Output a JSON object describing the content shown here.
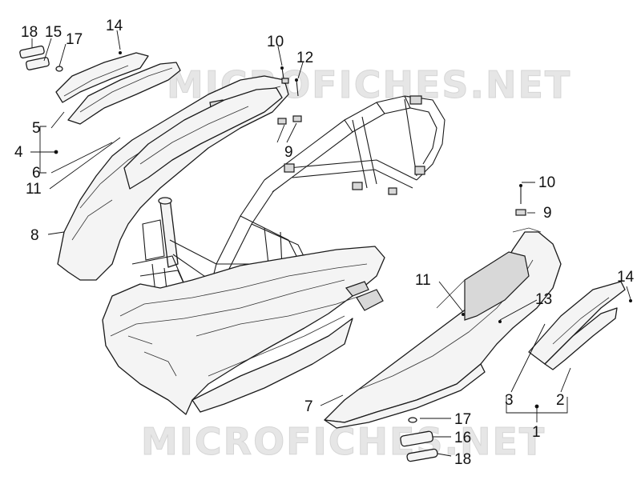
{
  "watermark": "MICROFICHES.NET",
  "callouts": {
    "c18a": "18",
    "c15a": "15",
    "c17a": "17",
    "c14a": "14",
    "c10a": "10",
    "c12": "12",
    "c5": "5",
    "c4": "4",
    "c6": "6",
    "c9a": "9",
    "c11a": "11",
    "c8": "8",
    "c10b": "10",
    "c9b": "9",
    "c11b": "11",
    "c13": "13",
    "c14b": "14",
    "c3": "3",
    "c2": "2",
    "c1": "1",
    "c7": "7",
    "c17b": "17",
    "c16": "16",
    "c18b": "18"
  }
}
